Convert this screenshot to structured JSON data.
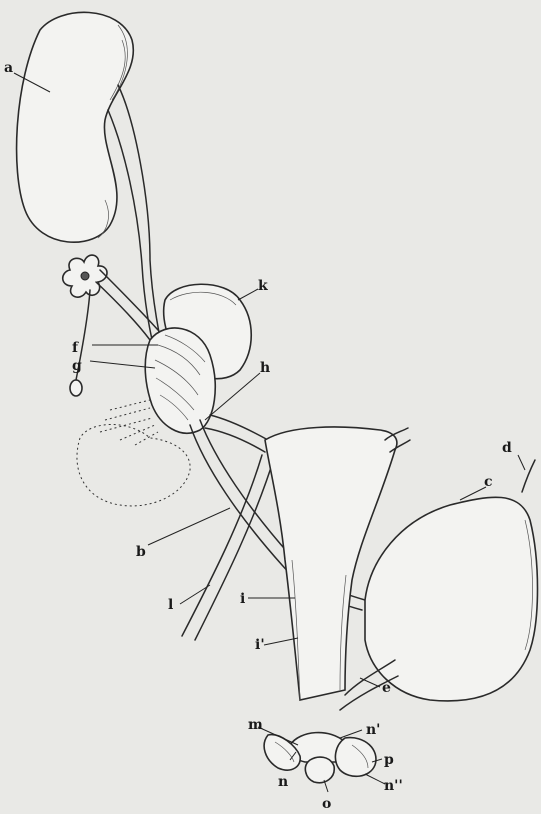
{
  "labels": {
    "a": "a",
    "b": "b",
    "c": "c",
    "d": "d",
    "e": "e",
    "f": "f",
    "g": "g",
    "h": "h",
    "i": "i",
    "i_prime": "i'",
    "k": "k",
    "l": "l",
    "m": "m",
    "n_prime": "n'",
    "n": "n",
    "n_double_prime": "n''",
    "o": "o",
    "p": "p"
  }
}
